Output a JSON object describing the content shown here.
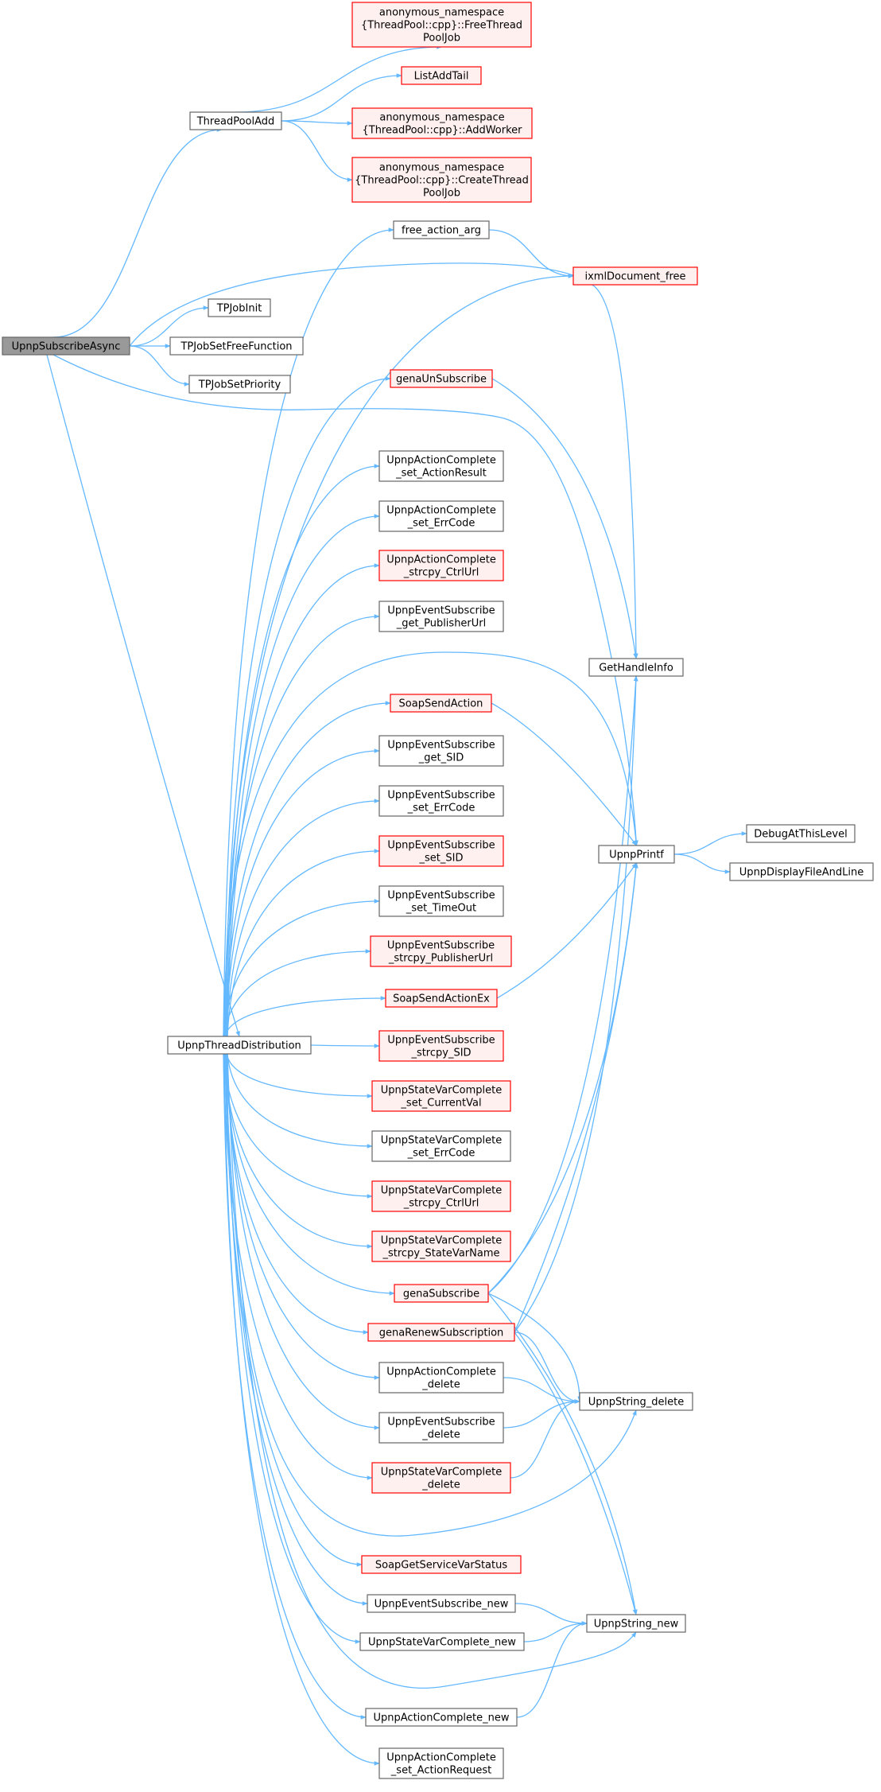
{
  "colors": {
    "edge": "#63b8ff",
    "root_fill": "#999999",
    "root_stroke": "#666666",
    "normal_fill": "#ffffff",
    "normal_stroke": "#666666",
    "red_fill": "#fff0f0",
    "red_stroke": "#ff0000"
  },
  "nodes": {
    "root": {
      "lines": [
        "UpnpSubscribeAsync"
      ],
      "style": "root"
    },
    "threadpooladd": {
      "lines": [
        "ThreadPoolAdd"
      ],
      "style": "normal"
    },
    "freethreadpooljob": {
      "lines": [
        "anonymous_namespace",
        "{ThreadPool::cpp}::FreeThread",
        "PoolJob"
      ],
      "style": "red"
    },
    "listaddtail": {
      "lines": [
        "ListAddTail"
      ],
      "style": "red"
    },
    "addworker": {
      "lines": [
        "anonymous_namespace",
        "{ThreadPool::cpp}::AddWorker"
      ],
      "style": "red"
    },
    "createthreadpooljob": {
      "lines": [
        "anonymous_namespace",
        "{ThreadPool::cpp}::CreateThread",
        "PoolJob"
      ],
      "style": "red"
    },
    "free_action_arg": {
      "lines": [
        "free_action_arg"
      ],
      "style": "normal"
    },
    "ixmldocument_free": {
      "lines": [
        "ixmlDocument_free"
      ],
      "style": "red"
    },
    "tpjobinit": {
      "lines": [
        "TPJobInit"
      ],
      "style": "normal"
    },
    "tpjobsetfreefunction": {
      "lines": [
        "TPJobSetFreeFunction"
      ],
      "style": "normal"
    },
    "tpjobsetpriority": {
      "lines": [
        "TPJobSetPriority"
      ],
      "style": "normal"
    },
    "genaunsubscribe": {
      "lines": [
        "genaUnSubscribe"
      ],
      "style": "red"
    },
    "ac_set_actionresult": {
      "lines": [
        "UpnpActionComplete",
        "_set_ActionResult"
      ],
      "style": "normal"
    },
    "ac_set_errcode": {
      "lines": [
        "UpnpActionComplete",
        "_set_ErrCode"
      ],
      "style": "normal"
    },
    "ac_strcpy_ctrlurl": {
      "lines": [
        "UpnpActionComplete",
        "_strcpy_CtrlUrl"
      ],
      "style": "red"
    },
    "es_get_publisherurl": {
      "lines": [
        "UpnpEventSubscribe",
        "_get_PublisherUrl"
      ],
      "style": "normal"
    },
    "gethandleinfo": {
      "lines": [
        "GetHandleInfo"
      ],
      "style": "normal"
    },
    "soapsendaction": {
      "lines": [
        "SoapSendAction"
      ],
      "style": "red"
    },
    "es_get_sid": {
      "lines": [
        "UpnpEventSubscribe",
        "_get_SID"
      ],
      "style": "normal"
    },
    "es_set_errcode": {
      "lines": [
        "UpnpEventSubscribe",
        "_set_ErrCode"
      ],
      "style": "normal"
    },
    "es_set_sid": {
      "lines": [
        "UpnpEventSubscribe",
        "_set_SID"
      ],
      "style": "red"
    },
    "upnpprintf": {
      "lines": [
        "UpnpPrintf"
      ],
      "style": "normal"
    },
    "debugatthislevel": {
      "lines": [
        "DebugAtThisLevel"
      ],
      "style": "normal"
    },
    "upnpdisplayfileandline": {
      "lines": [
        "UpnpDisplayFileAndLine"
      ],
      "style": "normal"
    },
    "es_set_timeout": {
      "lines": [
        "UpnpEventSubscribe",
        "_set_TimeOut"
      ],
      "style": "normal"
    },
    "es_strcpy_publisherurl": {
      "lines": [
        "UpnpEventSubscribe",
        "_strcpy_PublisherUrl"
      ],
      "style": "red"
    },
    "soapsendactionex": {
      "lines": [
        "SoapSendActionEx"
      ],
      "style": "red"
    },
    "upnpthreaddistribution": {
      "lines": [
        "UpnpThreadDistribution"
      ],
      "style": "normal"
    },
    "es_strcpy_sid": {
      "lines": [
        "UpnpEventSubscribe",
        "_strcpy_SID"
      ],
      "style": "red"
    },
    "svc_set_currentval": {
      "lines": [
        "UpnpStateVarComplete",
        "_set_CurrentVal"
      ],
      "style": "red"
    },
    "svc_set_errcode": {
      "lines": [
        "UpnpStateVarComplete",
        "_set_ErrCode"
      ],
      "style": "normal"
    },
    "svc_strcpy_ctrlurl": {
      "lines": [
        "UpnpStateVarComplete",
        "_strcpy_CtrlUrl"
      ],
      "style": "red"
    },
    "svc_strcpy_statevarname": {
      "lines": [
        "UpnpStateVarComplete",
        "_strcpy_StateVarName"
      ],
      "style": "red"
    },
    "genasubscribe": {
      "lines": [
        "genaSubscribe"
      ],
      "style": "red"
    },
    "genarenewsubscription": {
      "lines": [
        "genaRenewSubscription"
      ],
      "style": "red"
    },
    "ac_delete": {
      "lines": [
        "UpnpActionComplete",
        "_delete"
      ],
      "style": "normal"
    },
    "upnpstring_delete": {
      "lines": [
        "UpnpString_delete"
      ],
      "style": "normal"
    },
    "es_delete": {
      "lines": [
        "UpnpEventSubscribe",
        "_delete"
      ],
      "style": "normal"
    },
    "svc_delete": {
      "lines": [
        "UpnpStateVarComplete",
        "_delete"
      ],
      "style": "red"
    },
    "soapgetservicevarstatus": {
      "lines": [
        "SoapGetServiceVarStatus"
      ],
      "style": "red"
    },
    "es_new": {
      "lines": [
        "UpnpEventSubscribe_new"
      ],
      "style": "normal"
    },
    "upnpstring_new": {
      "lines": [
        "UpnpString_new"
      ],
      "style": "normal"
    },
    "svc_new": {
      "lines": [
        "UpnpStateVarComplete_new"
      ],
      "style": "normal"
    },
    "ac_new": {
      "lines": [
        "UpnpActionComplete_new"
      ],
      "style": "normal"
    },
    "ac_set_actionrequest": {
      "lines": [
        "UpnpActionComplete",
        "_set_ActionRequest"
      ],
      "style": "normal"
    }
  }
}
